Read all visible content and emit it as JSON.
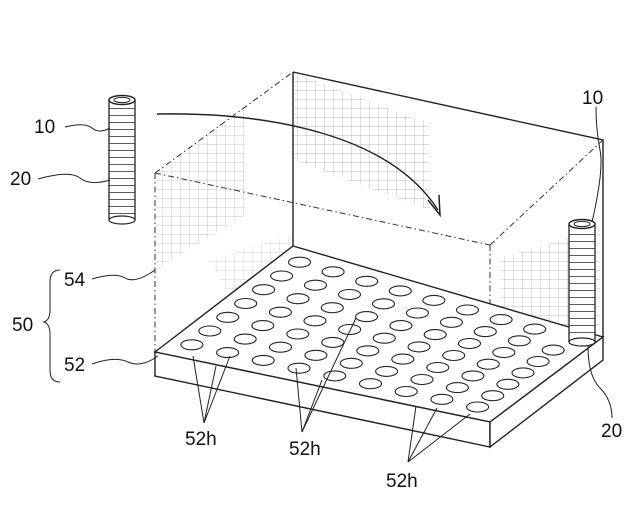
{
  "labels": {
    "item_10_left": "10",
    "item_20_left": "20",
    "item_10_right": "10",
    "item_20_right": "20",
    "group_50": "50",
    "item_54": "54",
    "item_52": "52",
    "holes_a": "52h",
    "holes_b": "52h",
    "holes_c": "52h"
  }
}
